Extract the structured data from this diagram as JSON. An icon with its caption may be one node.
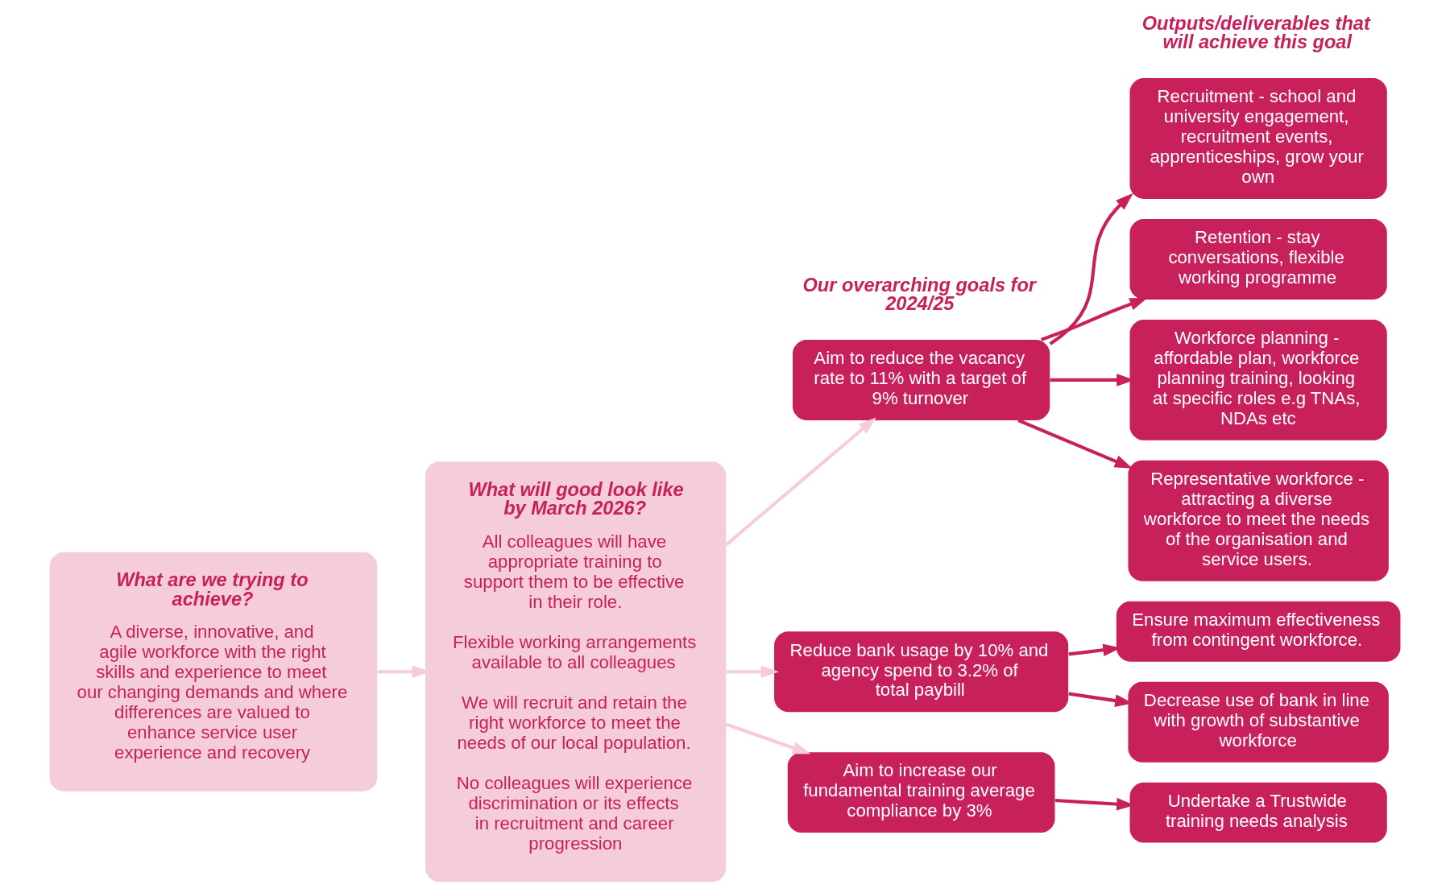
{
  "diagram": {
    "nodes": [
      {
        "text": [
          "What are we trying to achieve?",
          "A diverse, innovative, and agile workforce with the right skills and experience to meet our changing demands and where differences are valued to enhance service user experience and recovery"
        ]
      },
      {
        "text": [
          "What will good look like by March 2026?",
          "All colleagues will have appropriate training to support them to be effective in their role.",
          "Flexible working arrangements available to all colleagues",
          "We will recruit and retain the right workforce to meet the needs of our local population.",
          "No colleagues will experience discrimination or its effects in recruitment and career progression"
        ]
      },
      {
        "text": [
          "Aim to reduce the vacancy rate to 11% with a target of 9% turnover"
        ]
      },
      {
        "text": [
          "Reduce bank usage by 10% and agency spend to 3.2% of total paybill"
        ]
      },
      {
        "text": [
          "Aim to increase our fundamental training average compliance by 3%"
        ]
      },
      {
        "text": [
          "Recruitment - school and university engagement, recruitment events, apprenticeships, grow your own"
        ]
      },
      {
        "text": [
          "Retention - stay conversations, flexible working programme"
        ]
      },
      {
        "text": [
          "Workforce planning - affordable plan, workforce planning training, looking at specific roles e.g TNAs, NDAs etc"
        ]
      },
      {
        "text": [
          "Representative workforce - attracting a diverse workforce to meet the needs of the organisation and service users."
        ]
      },
      {
        "text": [
          "Ensure maximum effectiveness from contingent workforce."
        ]
      },
      {
        "text": [
          "Decrease use of bank in line with growth of substantive workforce"
        ]
      },
      {
        "text": [
          "Undertake a Trustwide training needs analysis"
        ]
      }
    ],
    "edges": [
      {
        "from": 0,
        "to": 1,
        "arrow": "to",
        "color": "#f5cdd9"
      },
      {
        "from": 1,
        "to": 2,
        "arrow": "to",
        "color": "#f5cdd9"
      },
      {
        "from": 1,
        "to": 3,
        "arrow": "to",
        "color": "#f5cdd9"
      },
      {
        "from": 1,
        "to": 4,
        "arrow": "to",
        "color": "#f5cdd9"
      },
      {
        "from": 2,
        "to": 5,
        "arrow": "to"
      },
      {
        "from": 2,
        "to": 6,
        "arrow": "to"
      },
      {
        "from": 2,
        "to": 7,
        "arrow": "to"
      },
      {
        "from": 2,
        "to": 8,
        "arrow": "to"
      },
      {
        "from": 3,
        "to": 9,
        "arrow": "to"
      },
      {
        "from": 3,
        "to": 10,
        "arrow": "to"
      },
      {
        "from": 4,
        "to": 11,
        "arrow": "to"
      }
    ],
    "labels": [
      "Our overarching goals for 2024/25",
      "Outputs/deliverables that will achieve this goal"
    ]
  }
}
